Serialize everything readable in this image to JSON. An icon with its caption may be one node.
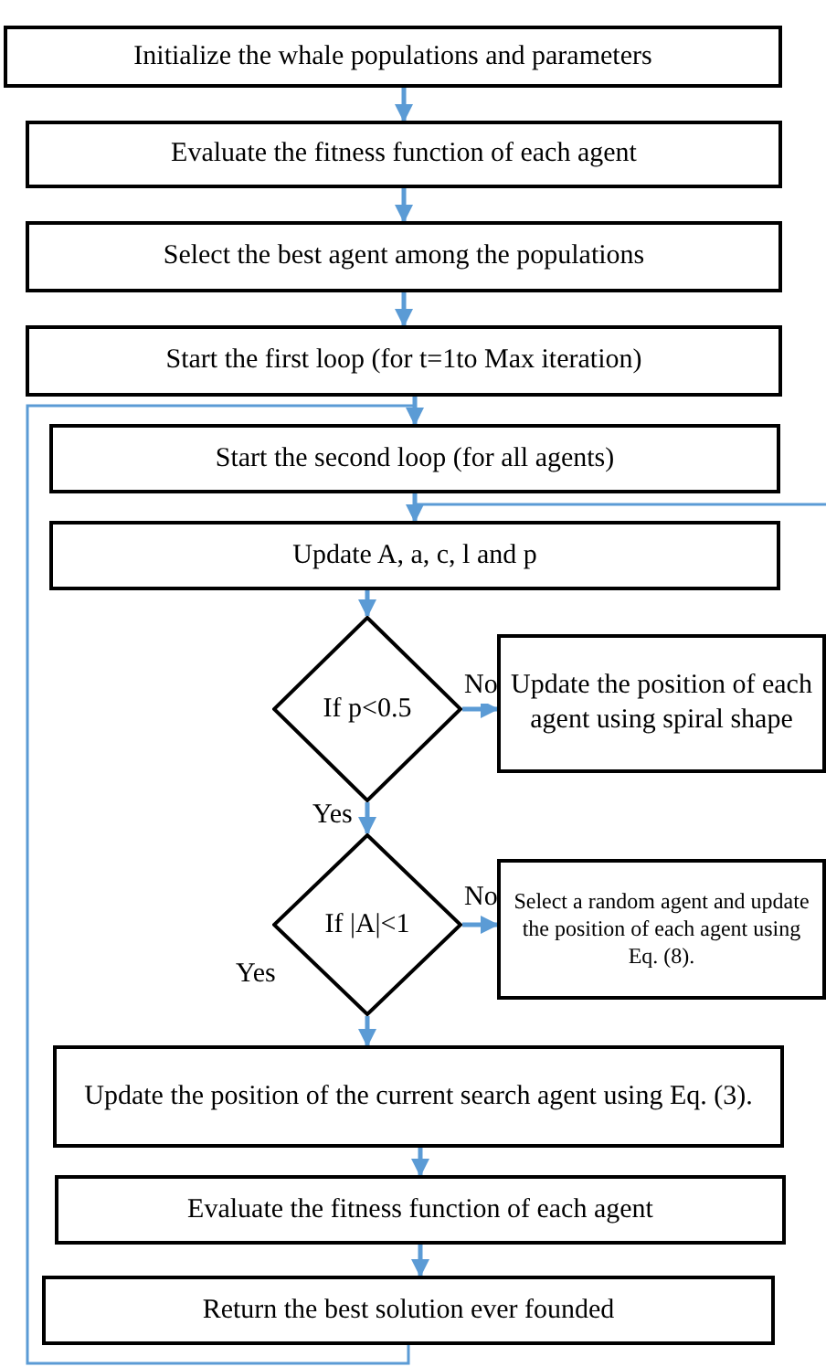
{
  "diagram": {
    "nodes": [
      {
        "text": [
          "Initialize the whale populations and parameters"
        ]
      },
      {
        "text": [
          "Evaluate the fitness function of each agent"
        ]
      },
      {
        "text": [
          "Select the best agent among the populations"
        ]
      },
      {
        "text": [
          "Start the first loop (for t=1to Max iteration)"
        ]
      },
      {
        "text": [
          "Start the second loop (for all agents)"
        ]
      },
      {
        "text": [
          "Update A, a, c, l and p"
        ]
      },
      {
        "text": [
          "If p<0.5"
        ]
      },
      {
        "text": [
          "Update the position of each agent using spiral shape"
        ]
      },
      {
        "text": [
          "If |A|<1"
        ]
      },
      {
        "text": [
          "Select a random agent and update the position of each agent using Eq. (8)."
        ]
      },
      {
        "text": [
          "Update the position of the current search agent using Eq. (3)."
        ]
      },
      {
        "text": [
          "Evaluate the fitness function of each agent"
        ]
      },
      {
        "text": [
          "Return the best solution ever founded"
        ]
      }
    ],
    "edges": [
      {
        "from": 0,
        "to": 1,
        "arrow": "to"
      },
      {
        "from": 1,
        "to": 2,
        "arrow": "to"
      },
      {
        "from": 2,
        "to": 3,
        "arrow": "to"
      },
      {
        "from": 3,
        "to": 4,
        "arrow": "to"
      },
      {
        "from": 4,
        "to": 5,
        "arrow": "to"
      },
      {
        "from": 5,
        "to": 6,
        "arrow": "to"
      },
      {
        "from": 6,
        "to": 7,
        "arrow": "to",
        "label": "No"
      },
      {
        "from": 6,
        "to": 8,
        "arrow": "to",
        "label": "Yes"
      },
      {
        "from": 8,
        "to": 9,
        "arrow": "to",
        "label": "No"
      },
      {
        "from": 8,
        "to": 10,
        "arrow": "to",
        "label": "Yes"
      },
      {
        "from": 10,
        "to": 11,
        "arrow": "to"
      },
      {
        "from": 11,
        "to": 12,
        "arrow": "to"
      },
      {
        "from": 12,
        "to": 4,
        "arrow": "to"
      },
      {
        "from": null,
        "to": 5,
        "arrow": "to"
      }
    ]
  }
}
